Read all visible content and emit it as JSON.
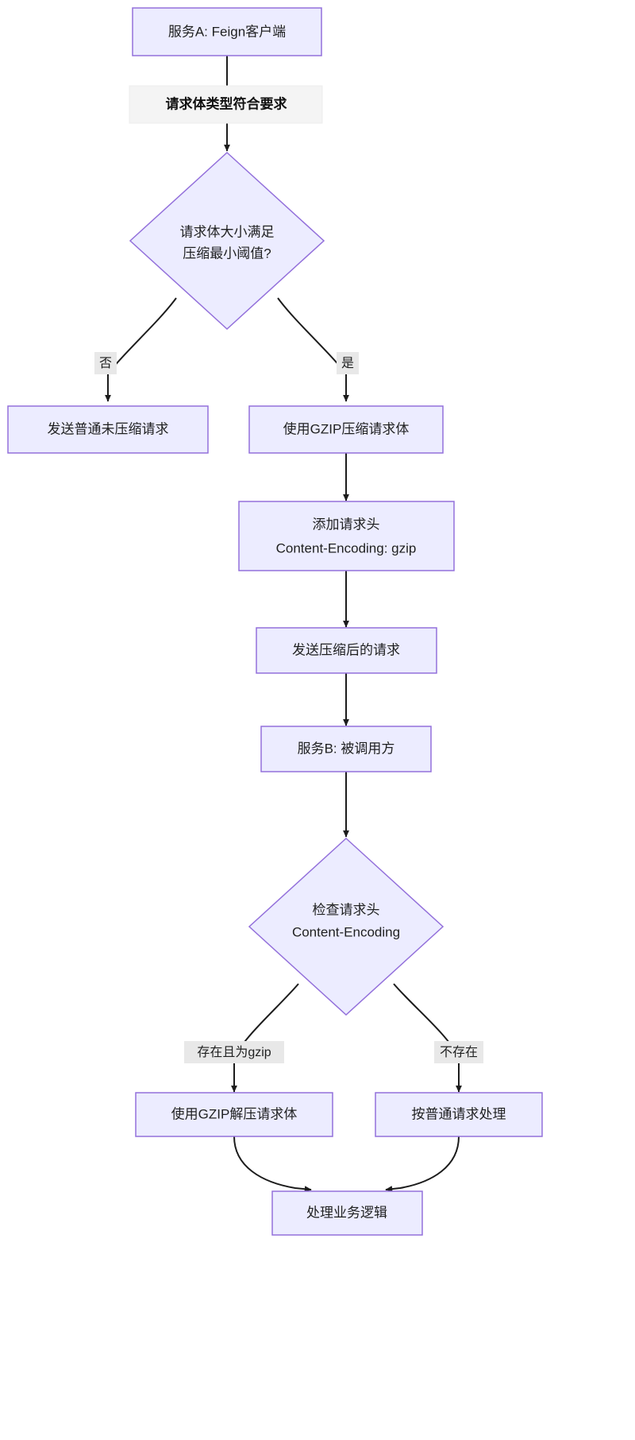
{
  "diagram": {
    "type": "flowchart",
    "direction": "top-down",
    "theme": {
      "node_fill": "#ececff",
      "node_stroke": "#9370db",
      "edge_stroke": "#1c1c1c",
      "edge_label_bg": "#e8e8e8",
      "title_label_bg": "#f4f4f4",
      "text_color": "#1f2020",
      "background": "#ffffff"
    },
    "nodes": [
      {
        "id": "n1",
        "shape": "rect",
        "lines": [
          "服务A: Feign客户端"
        ]
      },
      {
        "id": "n2",
        "shape": "diamond",
        "lines": [
          "请求体大小满足",
          "压缩最小阈值?"
        ]
      },
      {
        "id": "n3",
        "shape": "rect",
        "lines": [
          "发送普通未压缩请求"
        ]
      },
      {
        "id": "n4",
        "shape": "rect",
        "lines": [
          "使用GZIP压缩请求体"
        ]
      },
      {
        "id": "n5",
        "shape": "rect",
        "lines": [
          "添加请求头",
          "Content-Encoding: gzip"
        ]
      },
      {
        "id": "n6",
        "shape": "rect",
        "lines": [
          "发送压缩后的请求"
        ]
      },
      {
        "id": "n7",
        "shape": "rect",
        "lines": [
          "服务B: 被调用方"
        ]
      },
      {
        "id": "n8",
        "shape": "diamond",
        "lines": [
          "检查请求头",
          "Content-Encoding"
        ]
      },
      {
        "id": "n9",
        "shape": "rect",
        "lines": [
          "使用GZIP解压请求体"
        ]
      },
      {
        "id": "n10",
        "shape": "rect",
        "lines": [
          "按普通请求处理"
        ]
      },
      {
        "id": "n11",
        "shape": "rect",
        "lines": [
          "处理业务逻辑"
        ]
      }
    ],
    "title_label": "请求体类型符合要求",
    "edge_labels": {
      "no_threshold": "否",
      "yes_threshold": "是",
      "exists_gzip": "存在且为gzip",
      "not_exists": "不存在"
    },
    "edges": [
      {
        "from": "n1",
        "to": "n2",
        "label": "请求体类型符合要求"
      },
      {
        "from": "n2",
        "to": "n3",
        "label": "否"
      },
      {
        "from": "n2",
        "to": "n4",
        "label": "是"
      },
      {
        "from": "n4",
        "to": "n5",
        "label": ""
      },
      {
        "from": "n5",
        "to": "n6",
        "label": ""
      },
      {
        "from": "n6",
        "to": "n7",
        "label": ""
      },
      {
        "from": "n7",
        "to": "n8",
        "label": ""
      },
      {
        "from": "n8",
        "to": "n9",
        "label": "存在且为gzip"
      },
      {
        "from": "n8",
        "to": "n10",
        "label": "不存在"
      },
      {
        "from": "n9",
        "to": "n11",
        "label": ""
      },
      {
        "from": "n10",
        "to": "n11",
        "label": ""
      }
    ]
  }
}
